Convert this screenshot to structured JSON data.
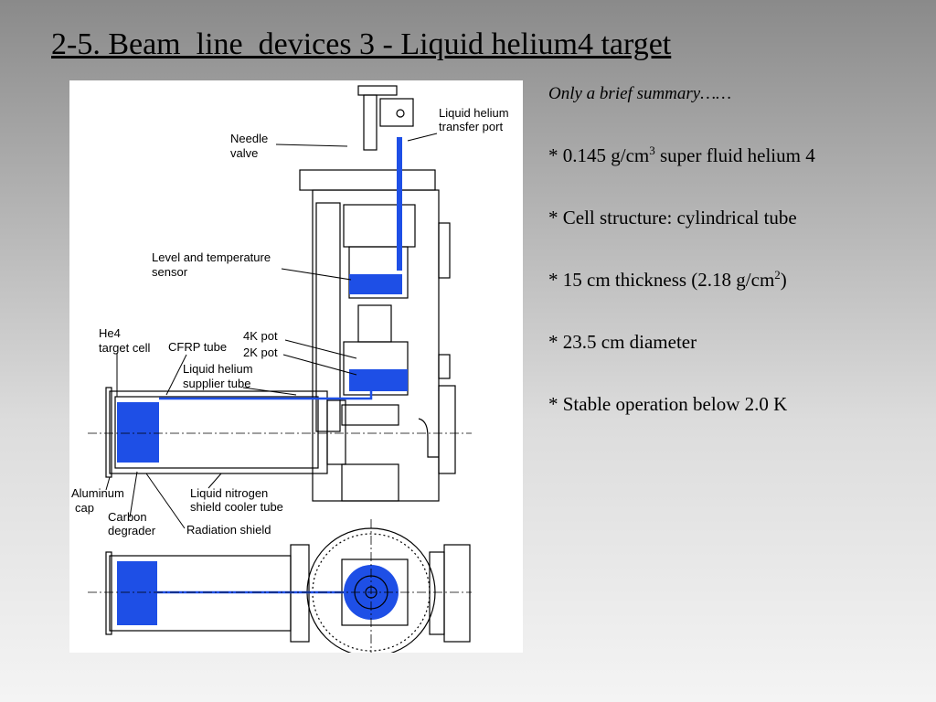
{
  "slide": {
    "title": "2-5. Beam  line  devices 3 - Liquid helium4 target"
  },
  "diagram": {
    "labels": {
      "needle": [
        "Needle",
        "valve"
      ],
      "transfer": [
        "Liquid helium",
        "transfer port"
      ],
      "level": [
        "Level and temperature",
        "sensor"
      ],
      "he4": [
        "He4",
        "target cell"
      ],
      "cfrp": "CFRP tube",
      "pot4k": "4K pot",
      "pot2k": "2K pot",
      "supplier": [
        "Liquid helium",
        "supplier tube"
      ],
      "aluminum": [
        "Aluminum",
        "cap"
      ],
      "carbon": [
        "Carbon",
        "degrader"
      ],
      "ln2": [
        "Liquid nitrogen",
        "shield cooler tube"
      ],
      "radiation": "Radiation shield"
    },
    "colors": {
      "liquid": "#1e4fe6",
      "line": "#000000",
      "background": "#ffffff"
    }
  },
  "summary": {
    "intro": "Only a brief summary……",
    "b1": {
      "pre": "* 0.145 g/cm",
      "sup": "3",
      "post": " super fluid helium 4"
    },
    "b2": "* Cell structure: cylindrical tube",
    "b3": {
      "pre": "* 15 cm thickness (2.18 g/cm",
      "sup": "2",
      "post": ")"
    },
    "b4": "* 23.5 cm diameter",
    "b5": "* Stable operation below 2.0 K"
  }
}
